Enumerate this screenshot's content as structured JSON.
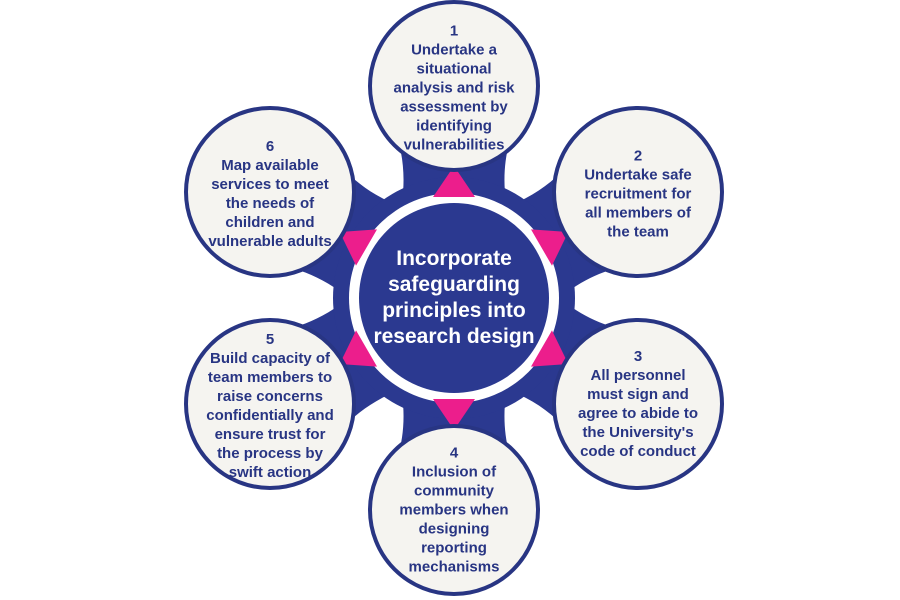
{
  "colors": {
    "blue": "#2b3990",
    "border": "#283583",
    "text": "#283583",
    "pink": "#ec1e8c",
    "circle_fill": "#f5f4f0",
    "white": "#ffffff",
    "background": "#ffffff"
  },
  "center": {
    "label": "Incorporate safeguarding principles into research design"
  },
  "steps": [
    {
      "number": "1",
      "label": "Undertake a situational analysis and risk assessment by identifying vulnerabilities"
    },
    {
      "number": "2",
      "label": "Undertake safe recruitment for all members of the team"
    },
    {
      "number": "3",
      "label": "All personnel must sign and agree to abide to the University's code of conduct"
    },
    {
      "number": "4",
      "label": "Inclusion of community members when designing reporting mechanisms"
    },
    {
      "number": "5",
      "label": "Build capacity of team members to raise concerns confidentially and ensure trust for the process by swift action"
    },
    {
      "number": "6",
      "label": "Map available services to meet the needs of children and vulnerable adults"
    }
  ]
}
